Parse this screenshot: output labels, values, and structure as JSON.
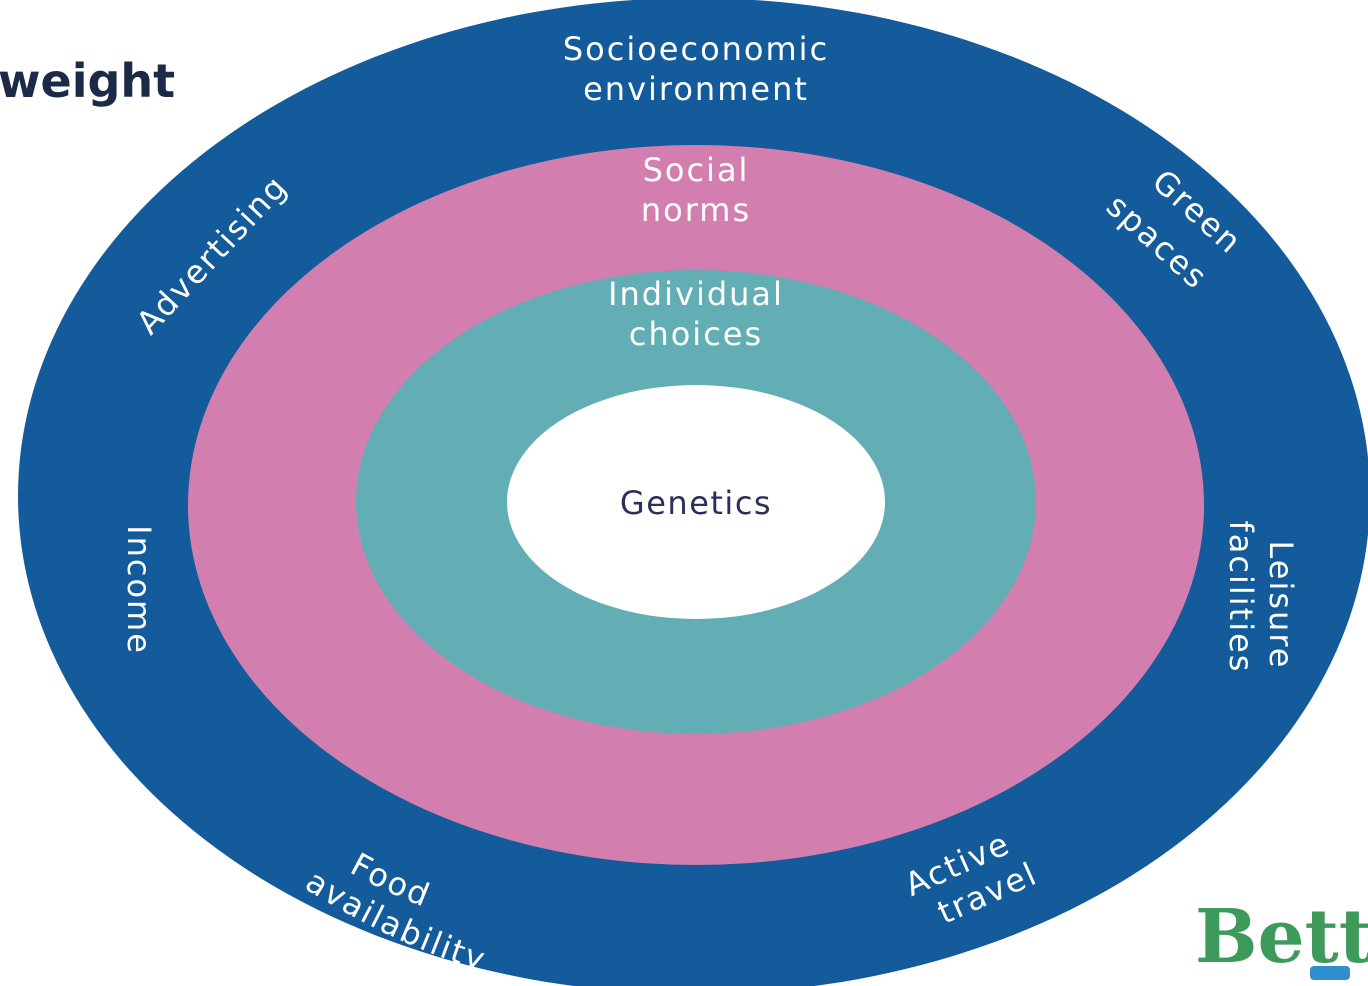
{
  "heading": "weight",
  "colors": {
    "outer_ring": "#145b9c",
    "middle_ring": "#d27fb0",
    "inner_ring": "#62aeb4",
    "core": "#ffffff",
    "core_text": "#2b2f5a",
    "heading_text": "#1b2a47",
    "logo_green": "#3e9a5a",
    "logo_blue": "#2f8fce"
  },
  "rings": {
    "outer": {
      "title_line1": "Socioeconomic",
      "title_line2": "environment",
      "items": {
        "advertising": "Advertising",
        "green_line1": "Green",
        "green_line2": "spaces",
        "income": "Income",
        "leisure_line1": "Leisure",
        "leisure_line2": "facilities",
        "food_line1": "Food",
        "food_line2": "availability",
        "active_line1": "Active",
        "active_line2": "travel"
      }
    },
    "middle": {
      "title_line1": "Social",
      "title_line2": "norms"
    },
    "inner": {
      "title_line1": "Individual",
      "title_line2": "choices"
    },
    "core": {
      "title": "Genetics"
    }
  },
  "logo": {
    "text": "Bett"
  }
}
